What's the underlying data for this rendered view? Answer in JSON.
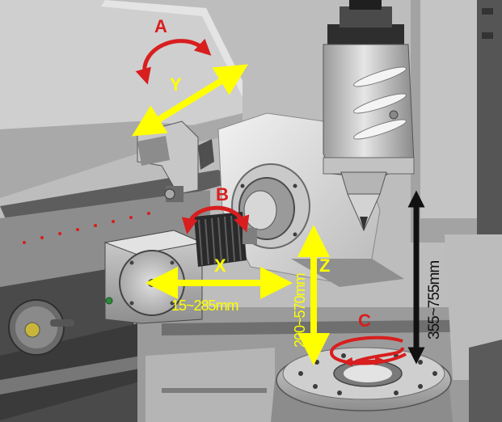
{
  "diagram": {
    "axes": {
      "a": {
        "label": "A",
        "kind": "rotary"
      },
      "b": {
        "label": "B",
        "kind": "rotary"
      },
      "c": {
        "label": "C",
        "kind": "rotary"
      },
      "x": {
        "label": "X",
        "kind": "linear",
        "range": "15~285mm"
      },
      "y": {
        "label": "Y",
        "kind": "linear"
      },
      "z": {
        "label": "Z",
        "kind": "linear",
        "range": "200~570mm"
      },
      "spindle": {
        "range": "355~755mm"
      }
    },
    "colors": {
      "linear_axis": "#ffff00",
      "rotary_axis": "#d81e1e",
      "dimension": "#111111",
      "machine_light": "#d8d8d8",
      "machine_mid": "#9a9a9a",
      "machine_dark": "#3a3a3a"
    },
    "icons": [
      "hob-cutter",
      "dividing-head",
      "tailstock-center",
      "rotary-table",
      "handwheel"
    ]
  }
}
